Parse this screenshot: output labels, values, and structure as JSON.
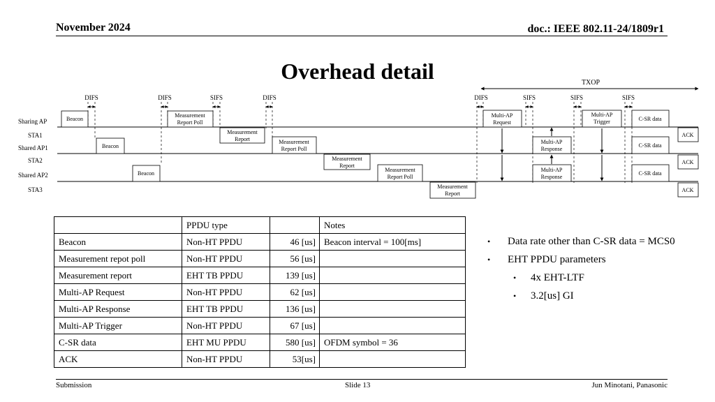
{
  "header": {
    "date": "November 2024",
    "doc": "doc.: IEEE 802.11-24/1809r1"
  },
  "title": "Overhead detail",
  "diagram": {
    "txop_label": "TXOP",
    "ifs": {
      "difs": "DIFS",
      "sifs": "SIFS"
    },
    "rows": [
      "Sharing AP",
      "STA1",
      "Shared AP1",
      "STA2",
      "Shared AP2",
      "STA3"
    ],
    "frames": {
      "beacon": "Beacon",
      "report_poll": [
        "Measurement",
        "Report Poll"
      ],
      "report": [
        "Measurement",
        "Report"
      ],
      "request": [
        "Multi-AP",
        "Request"
      ],
      "response": [
        "Multi-AP",
        "Response"
      ],
      "trigger": [
        "Multi-AP",
        "Trigger"
      ],
      "csr": "C-SR data",
      "ack": "ACK"
    }
  },
  "table": {
    "header": [
      "",
      "PPDU type",
      "",
      "Notes"
    ],
    "rows": [
      {
        "frame": "Beacon",
        "type": "Non-HT PPDU",
        "duration": "46 [us]",
        "notes": "Beacon interval = 100[ms]"
      },
      {
        "frame": "Measurement repot poll",
        "type": "Non-HT PPDU",
        "duration": "56 [us]",
        "notes": ""
      },
      {
        "frame": "Measurement report",
        "type": "EHT TB PPDU",
        "duration": "139 [us]",
        "notes": ""
      },
      {
        "frame": "Multi-AP Request",
        "type": "Non-HT PPDU",
        "duration": "62 [us]",
        "notes": ""
      },
      {
        "frame": "Multi-AP Response",
        "type": "EHT TB PPDU",
        "duration": "136 [us]",
        "notes": ""
      },
      {
        "frame": "Multi-AP Trigger",
        "type": "Non-HT PPDU",
        "duration": "67 [us]",
        "notes": ""
      },
      {
        "frame": "C-SR data",
        "type": "EHT MU PPDU",
        "duration": "580 [us]",
        "notes": "OFDM symbol = 36"
      },
      {
        "frame": "ACK",
        "type": "Non-HT PPDU",
        "duration": "53[us]",
        "notes": ""
      }
    ]
  },
  "bullets": {
    "b1": "Data rate other than C-SR data = MCS0",
    "b2": "EHT PPDU parameters",
    "b3": "4x EHT-LTF",
    "b4": "3.2[us] GI",
    "marker": "•"
  },
  "footer": {
    "left": "Submission",
    "center": "Slide 13",
    "right": "Jun Minotani, Panasonic"
  }
}
